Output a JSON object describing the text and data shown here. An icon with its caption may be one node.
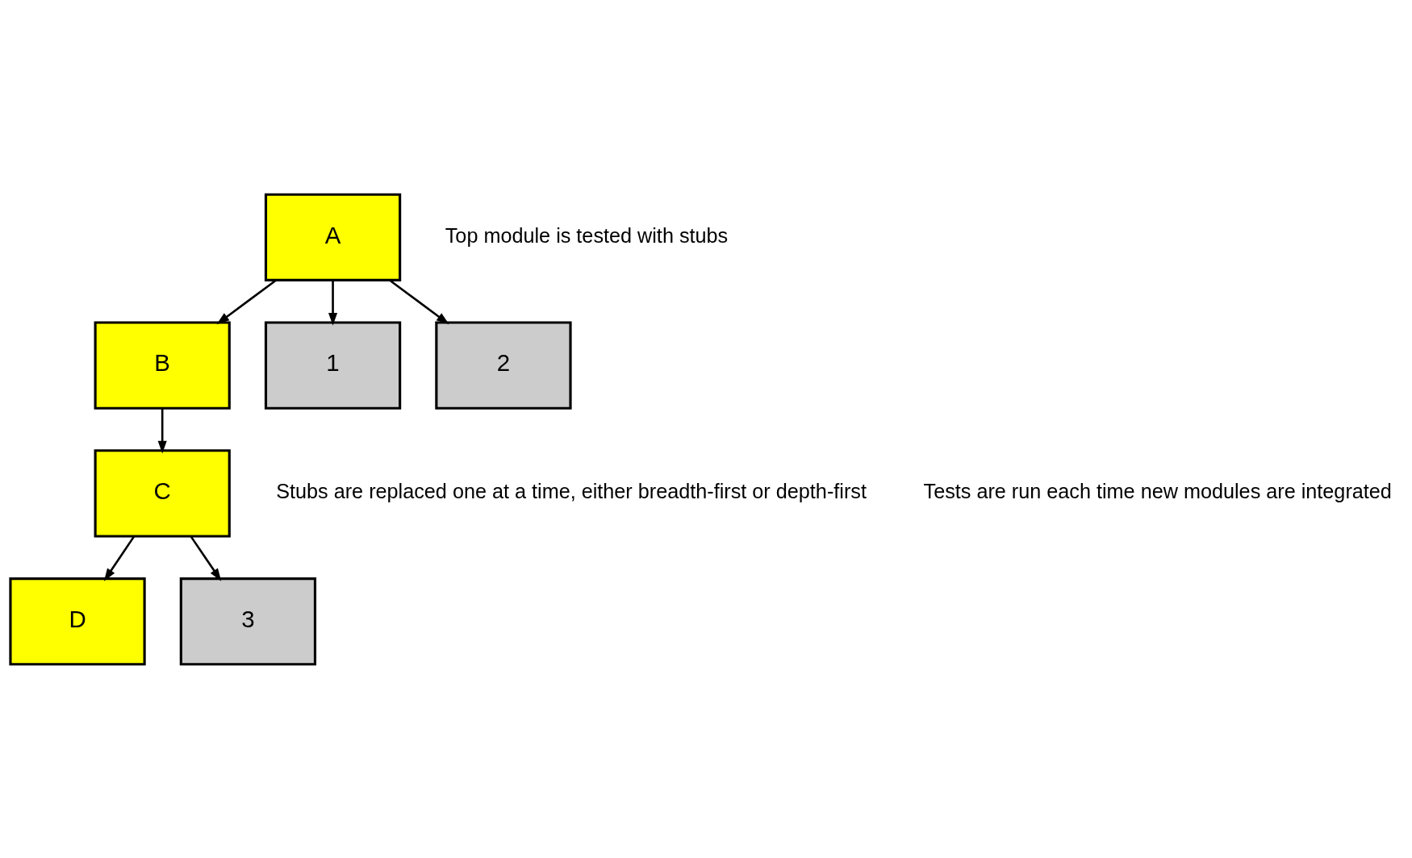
{
  "diagram": {
    "nodes": [
      {
        "text": [
          "A"
        ]
      },
      {
        "text": [
          "B"
        ]
      },
      {
        "text": [
          "1"
        ]
      },
      {
        "text": [
          "2"
        ]
      },
      {
        "text": [
          "C"
        ]
      },
      {
        "text": [
          "D"
        ]
      },
      {
        "text": [
          "3"
        ]
      }
    ],
    "edges": [
      {
        "from": 0,
        "to": 1,
        "arrow": "to"
      },
      {
        "from": 0,
        "to": 2,
        "arrow": "to"
      },
      {
        "from": 0,
        "to": 3,
        "arrow": "to"
      },
      {
        "from": 1,
        "to": 4,
        "arrow": "to"
      },
      {
        "from": 4,
        "to": 5,
        "arrow": "to"
      },
      {
        "from": 4,
        "to": 6,
        "arrow": "to"
      }
    ],
    "labels": [
      "Top module is tested with stubs",
      "Stubs are replaced one at a time, either breadth-first or depth-first",
      "Tests are run each time new modules are integrated"
    ]
  }
}
